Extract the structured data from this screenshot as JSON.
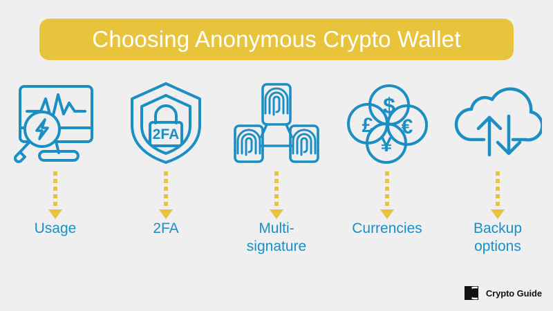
{
  "theme": {
    "background_color": "#efefef",
    "banner_color": "#e8c43c",
    "icon_color": "#1b8fc4",
    "label_color": "#1b8fc4",
    "arrow_color": "#e8c43c",
    "title_text_color": "#ffffff",
    "logo_color": "#111111"
  },
  "header": {
    "title": "Choosing Anonymous Crypto Wallet"
  },
  "steps": [
    {
      "icon_name": "monitor-pulse-magnifier-icon",
      "icon_description": "monitor with heartbeat line and magnifying glass containing lightning bolt",
      "label": "Usage",
      "label_lines": [
        "Usage"
      ],
      "arrow_name": "dotted-down-arrow"
    },
    {
      "icon_name": "shield-2fa-lock-icon",
      "icon_description": "shield with padlock labelled 2FA",
      "icon_text": "2FA",
      "label": "2FA",
      "label_lines": [
        "2FA"
      ],
      "arrow_name": "dotted-down-arrow"
    },
    {
      "icon_name": "fingerprint-network-icon",
      "icon_description": "three connected fingerprint cards",
      "label": "Multi-signature",
      "label_lines": [
        "Multi-",
        "signature"
      ],
      "arrow_name": "dotted-down-arrow"
    },
    {
      "icon_name": "currency-coins-icon",
      "icon_description": "four overlapping coins with dollar, pound, euro and yen symbols",
      "symbols": [
        "$",
        "£",
        "€",
        "¥"
      ],
      "label": "Currencies",
      "label_lines": [
        "Currencies"
      ],
      "arrow_name": "dotted-down-arrow"
    },
    {
      "icon_name": "cloud-sync-arrows-icon",
      "icon_description": "cloud with up and down arrows",
      "label": "Backup options",
      "label_lines": [
        "Backup",
        "options"
      ],
      "arrow_name": "dotted-down-arrow"
    }
  ],
  "logo": {
    "mark_name": "crypto-guide-logo-mark",
    "text": "Crypto Guide"
  }
}
